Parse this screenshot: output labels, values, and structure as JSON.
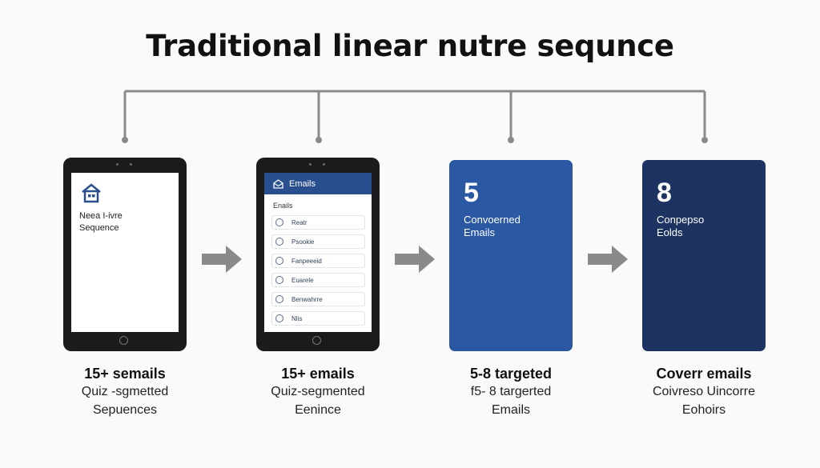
{
  "title": "Traditional linear nutre sequnce",
  "colors": {
    "connector": "#8a8a8a",
    "arrow": "#8a8a8a",
    "device_frame": "#1b1b1d",
    "header_blue": "#2a4f8e",
    "card_mid_blue": "#2a58a3",
    "card_navy": "#1d3462"
  },
  "panels": [
    {
      "kind": "device",
      "icon": "house-icon",
      "screen_text": [
        "Neea I-ivre",
        "Sequence"
      ],
      "caption": {
        "bold": "15+ semails",
        "lines": [
          "Quiz -sgmetted",
          "Sepuences"
        ]
      }
    },
    {
      "kind": "device",
      "header_icon": "mail-icon",
      "header": "Emails",
      "subheader": "Enails",
      "rows": [
        "Reatr",
        "Psookie",
        "Fanpeeeid",
        "Euarele",
        "Benwahrre",
        "Nlis"
      ],
      "caption": {
        "bold": "15+ emails",
        "lines": [
          "Quiz-segmented",
          "Eenince"
        ]
      }
    },
    {
      "kind": "card",
      "number": "5",
      "text": [
        "Convoerned",
        "Emails"
      ],
      "caption": {
        "bold": "5-8 targeted",
        "lines": [
          "f5- 8 targerted",
          "Emails"
        ]
      }
    },
    {
      "kind": "card",
      "number": "8",
      "text": [
        "Conpepso",
        "Eolds"
      ],
      "caption": {
        "bold": "Coverr emails",
        "lines": [
          "Coivreso Uincorre",
          "Eohoirs"
        ]
      }
    }
  ]
}
